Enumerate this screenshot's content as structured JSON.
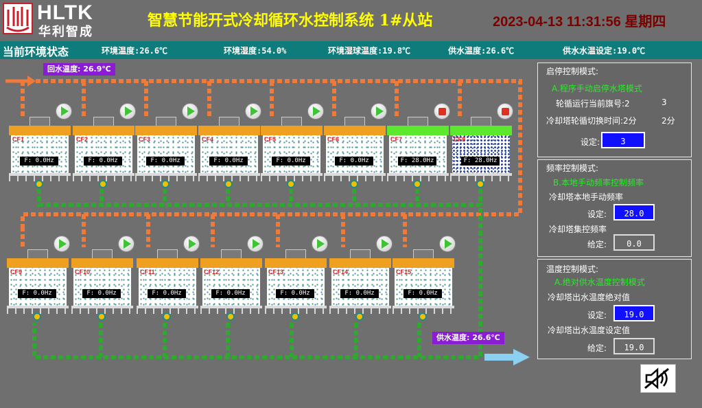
{
  "header": {
    "logo_text": "HLTK",
    "logo_cn": "华利智成",
    "title": "智慧节能开式冷却循环水控制系统 1#从站",
    "datetime": "2023-04-13 11:31:56  星期四"
  },
  "env": {
    "title": "当前环境状态",
    "temp": "环境温度:26.6℃",
    "humidity": "环境湿度:54.0%",
    "wetbulb": "环境湿球温度:19.8℃",
    "supply_temp": "供水温度:26.6℃",
    "supply_set": "供水水温设定:19.0℃"
  },
  "return_temp": "回水温度:  26.9℃",
  "supply_temp_tag": "供水温度:  26.6℃",
  "towers": [
    {
      "name": "CF1",
      "freq": "F: 0.0Hz",
      "state": "play"
    },
    {
      "name": "CF2",
      "freq": "F: 0.0Hz",
      "state": "play"
    },
    {
      "name": "CF3",
      "freq": "F: 0.0Hz",
      "state": "play"
    },
    {
      "name": "CF4",
      "freq": "F: 0.0Hz",
      "state": "play"
    },
    {
      "name": "CF5",
      "freq": "F: 0.0Hz",
      "state": "play"
    },
    {
      "name": "CF6",
      "freq": "F: 0.0Hz",
      "state": "play"
    },
    {
      "name": "CF7",
      "freq": "F: 28.0Hz",
      "state": "stop"
    },
    {
      "name": "CF8",
      "freq": "F: 28.0Hz",
      "state": "stop"
    },
    {
      "name": "CF9",
      "freq": "F: 0.0Hz",
      "state": "play"
    },
    {
      "name": "CF10",
      "freq": "F: 0.0Hz",
      "state": "play"
    },
    {
      "name": "CF11",
      "freq": "F: 0.0Hz",
      "state": "play"
    },
    {
      "name": "CF12",
      "freq": "F: 0.0Hz",
      "state": "play"
    },
    {
      "name": "CF13",
      "freq": "F: 0.0Hz",
      "state": "play"
    },
    {
      "name": "CF14",
      "freq": "F: 0.0Hz",
      "state": "play"
    },
    {
      "name": "CF15",
      "freq": "F: 0.0Hz",
      "state": "play"
    }
  ],
  "panel_startstop": {
    "heading": "启停控制模式:",
    "mode": "A.程序手动启停水塔模式",
    "flag_label": "轮循运行当前旗号:2",
    "flag_value": "3",
    "switch_label": "冷却塔轮循切换时间:2分",
    "switch_value": "2分",
    "set_label": "设定:",
    "set_value": "3"
  },
  "panel_freq": {
    "heading": "频率控制模式:",
    "mode": "B.本地手动频率控制频率",
    "local_label": "冷却塔本地手动频率",
    "set_label": "设定:",
    "set_value": "28.0",
    "central_label": "冷却塔集控频率",
    "given_label": "给定:",
    "given_value": "0.0"
  },
  "panel_temp": {
    "heading": "温度控制模式:",
    "mode": "A.绝对供水温度控制模式",
    "abs_label": "冷却塔出水温度绝对值",
    "set_label": "设定:",
    "set_value": "19.0",
    "setpoint_label": "冷却塔出水温度设定值",
    "given_label": "给定:",
    "given_value": "19.0"
  },
  "colors": {
    "pipe_hot": "#f07a3a",
    "pipe_cold": "#2fa82f",
    "teal": "#0e7c7b",
    "tower_running": "#5ce82c",
    "tower_head": "#f0a020"
  },
  "icons": {
    "mute": "speaker-mute-icon",
    "play": "play-icon",
    "stop": "stop-icon"
  }
}
